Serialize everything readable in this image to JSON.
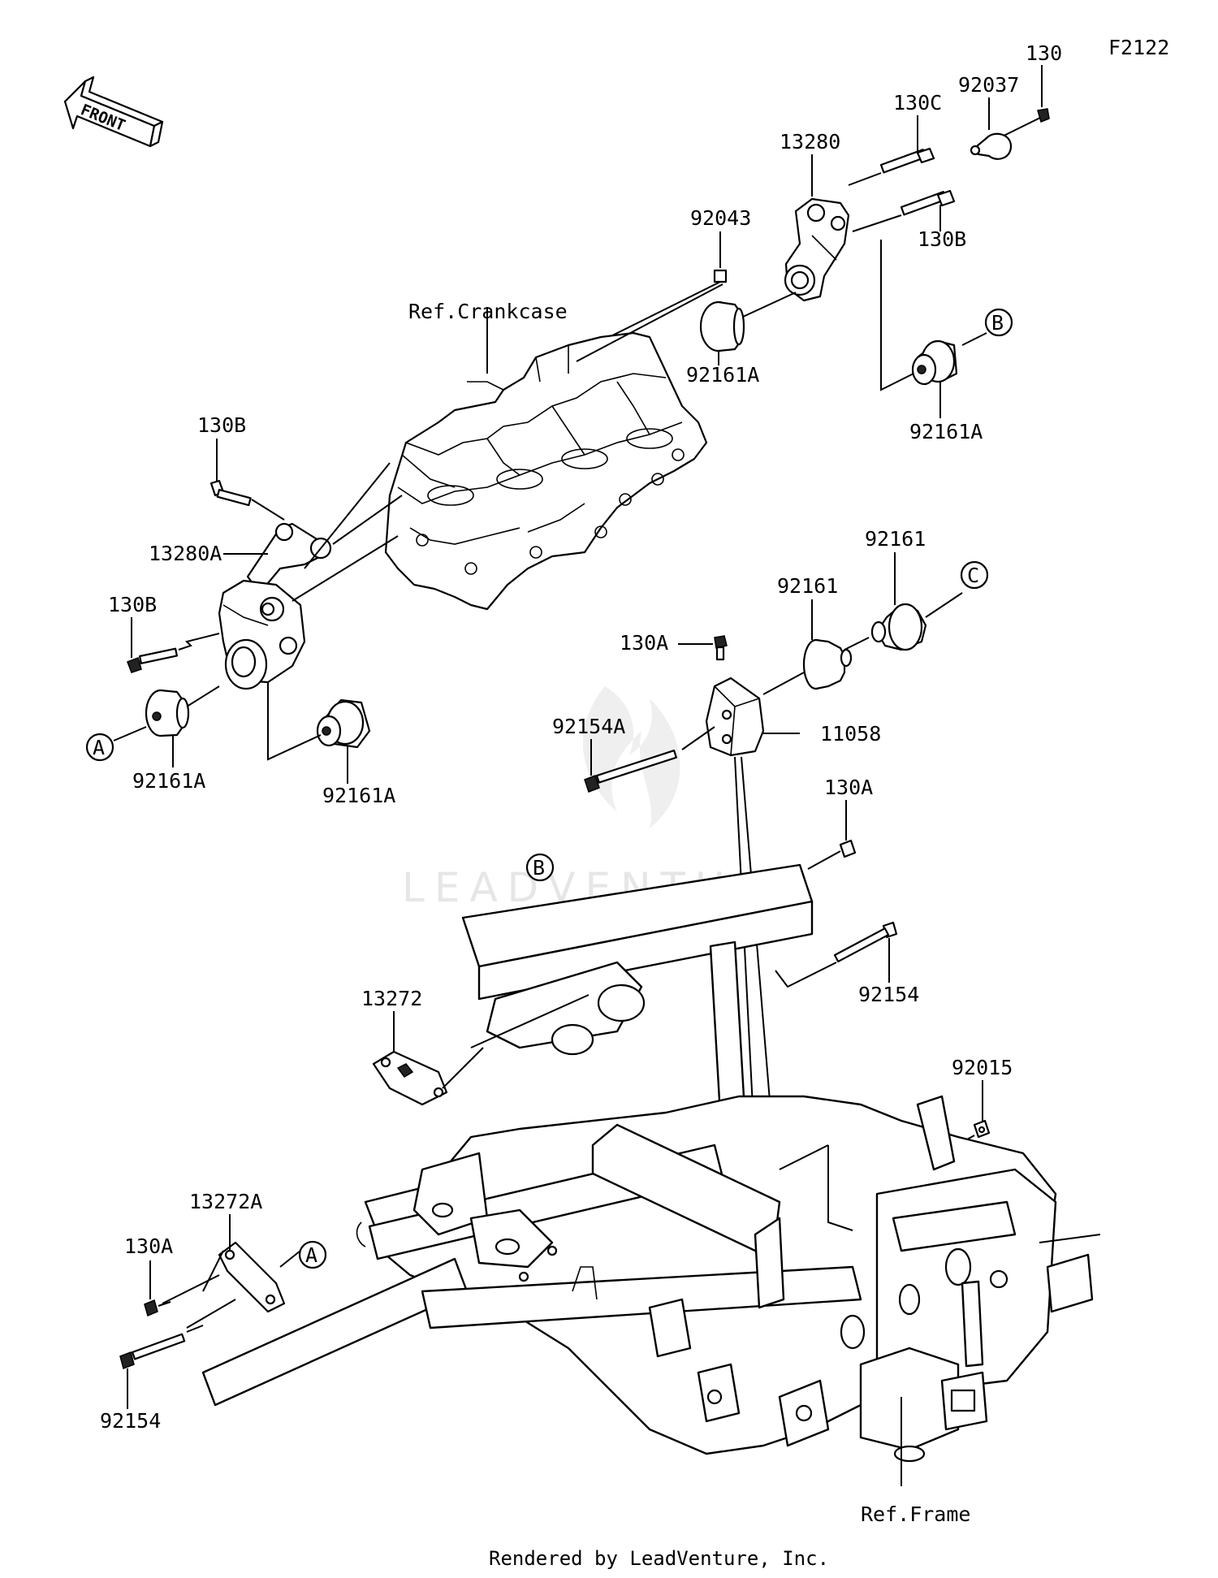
{
  "diagram_id": "F2122",
  "front_arrow_label": "FRONT",
  "watermark": "LEADVENTURE",
  "footer": "Rendered by LeadVenture, Inc.",
  "references": {
    "crankcase": "Ref.Crankcase",
    "frame": "Ref.Frame"
  },
  "callout_letters": [
    "A",
    "B",
    "C"
  ],
  "labels": {
    "p130_top": "130",
    "p92037": "92037",
    "p130C": "130C",
    "p13280": "13280",
    "p92043": "92043",
    "p130B_right": "130B",
    "p92161A_mid": "92161A",
    "p92161A_right": "92161A",
    "p130B_left_top": "130B",
    "p13280A": "13280A",
    "p130B_left": "130B",
    "p92161A_left": "92161A",
    "p92161A_left2": "92161A",
    "p92161_upper": "92161",
    "p92161_lower": "92161",
    "p130A_mid": "130A",
    "p11058": "11058",
    "p92154A": "92154A",
    "p130A_right": "130A",
    "p92154_right": "92154",
    "p13272": "13272",
    "p92015": "92015",
    "p13272A": "13272A",
    "p130A_left": "130A",
    "p92154_left": "92154"
  }
}
